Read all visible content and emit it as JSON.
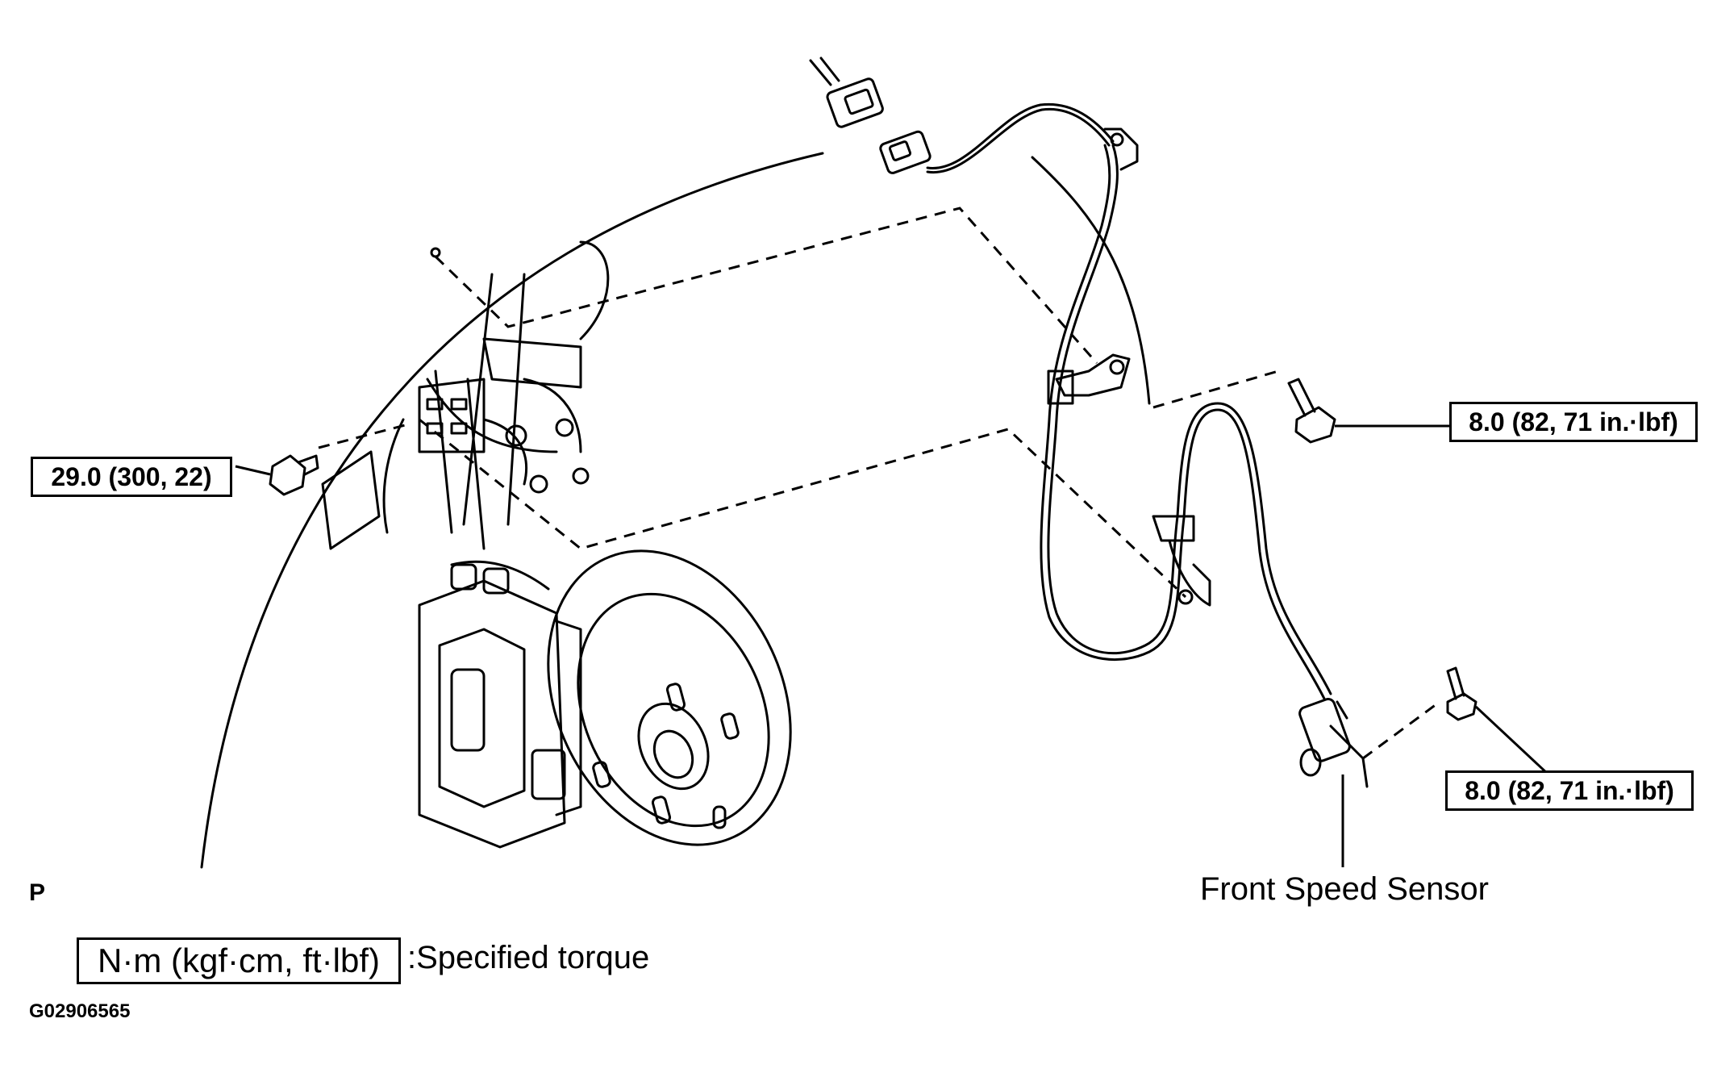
{
  "torque_labels": {
    "upper_left": "29.0 (300, 22)",
    "upper_right": "8.0 (82, 71 in.·lbf)",
    "lower_right": "8.0 (82, 71 in.·lbf)"
  },
  "part_label": "Front Speed Sensor",
  "corner_marker": "P",
  "legend": {
    "box_text": "N·m (kgf·cm, ft·lbf)",
    "description": ":Specified torque"
  },
  "figure_code": "G02906565",
  "colors": {
    "ink": "#000000",
    "paper": "#ffffff"
  }
}
